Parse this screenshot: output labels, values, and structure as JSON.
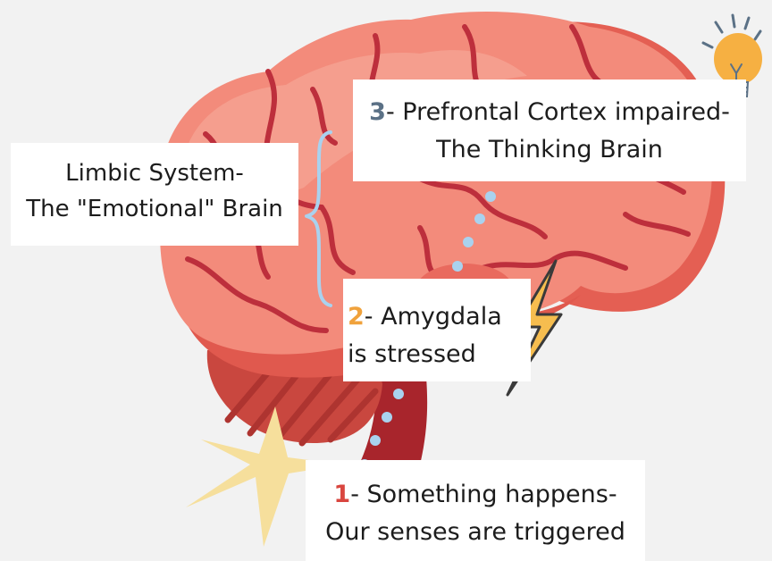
{
  "colors": {
    "background": "#f2f2f2",
    "brain_light": "#f38b7b",
    "brain_mid": "#e8685c",
    "brain_dark": "#d85348",
    "vein": "#bd2f3c",
    "cerebellum": "#c9473f",
    "stem": "#a8252c",
    "dots": "#a9d2ef",
    "bolt": "#f6bd4f",
    "star": "#f6df9c",
    "bulb": "#f6b042",
    "step1": "#d9463f",
    "step2": "#f0a23c",
    "step3": "#5b7186"
  },
  "labels": {
    "limbic": {
      "line1": "Limbic System-",
      "line2": "The \"Emotional\" Brain"
    },
    "prefrontal": {
      "number": "3",
      "line1": "- Prefrontal Cortex impaired-",
      "line2": "The Thinking Brain"
    },
    "amygdala": {
      "number": "2",
      "line1": "- Amygdala",
      "line2": "is stressed"
    },
    "senses": {
      "number": "1",
      "line1": "- Something happens-",
      "line2": "Our senses are triggered"
    }
  },
  "icons": [
    "brain-illustration",
    "lightbulb-icon",
    "lightning-bolt-icon",
    "sparkle-star-icon",
    "curly-brace-icon"
  ]
}
